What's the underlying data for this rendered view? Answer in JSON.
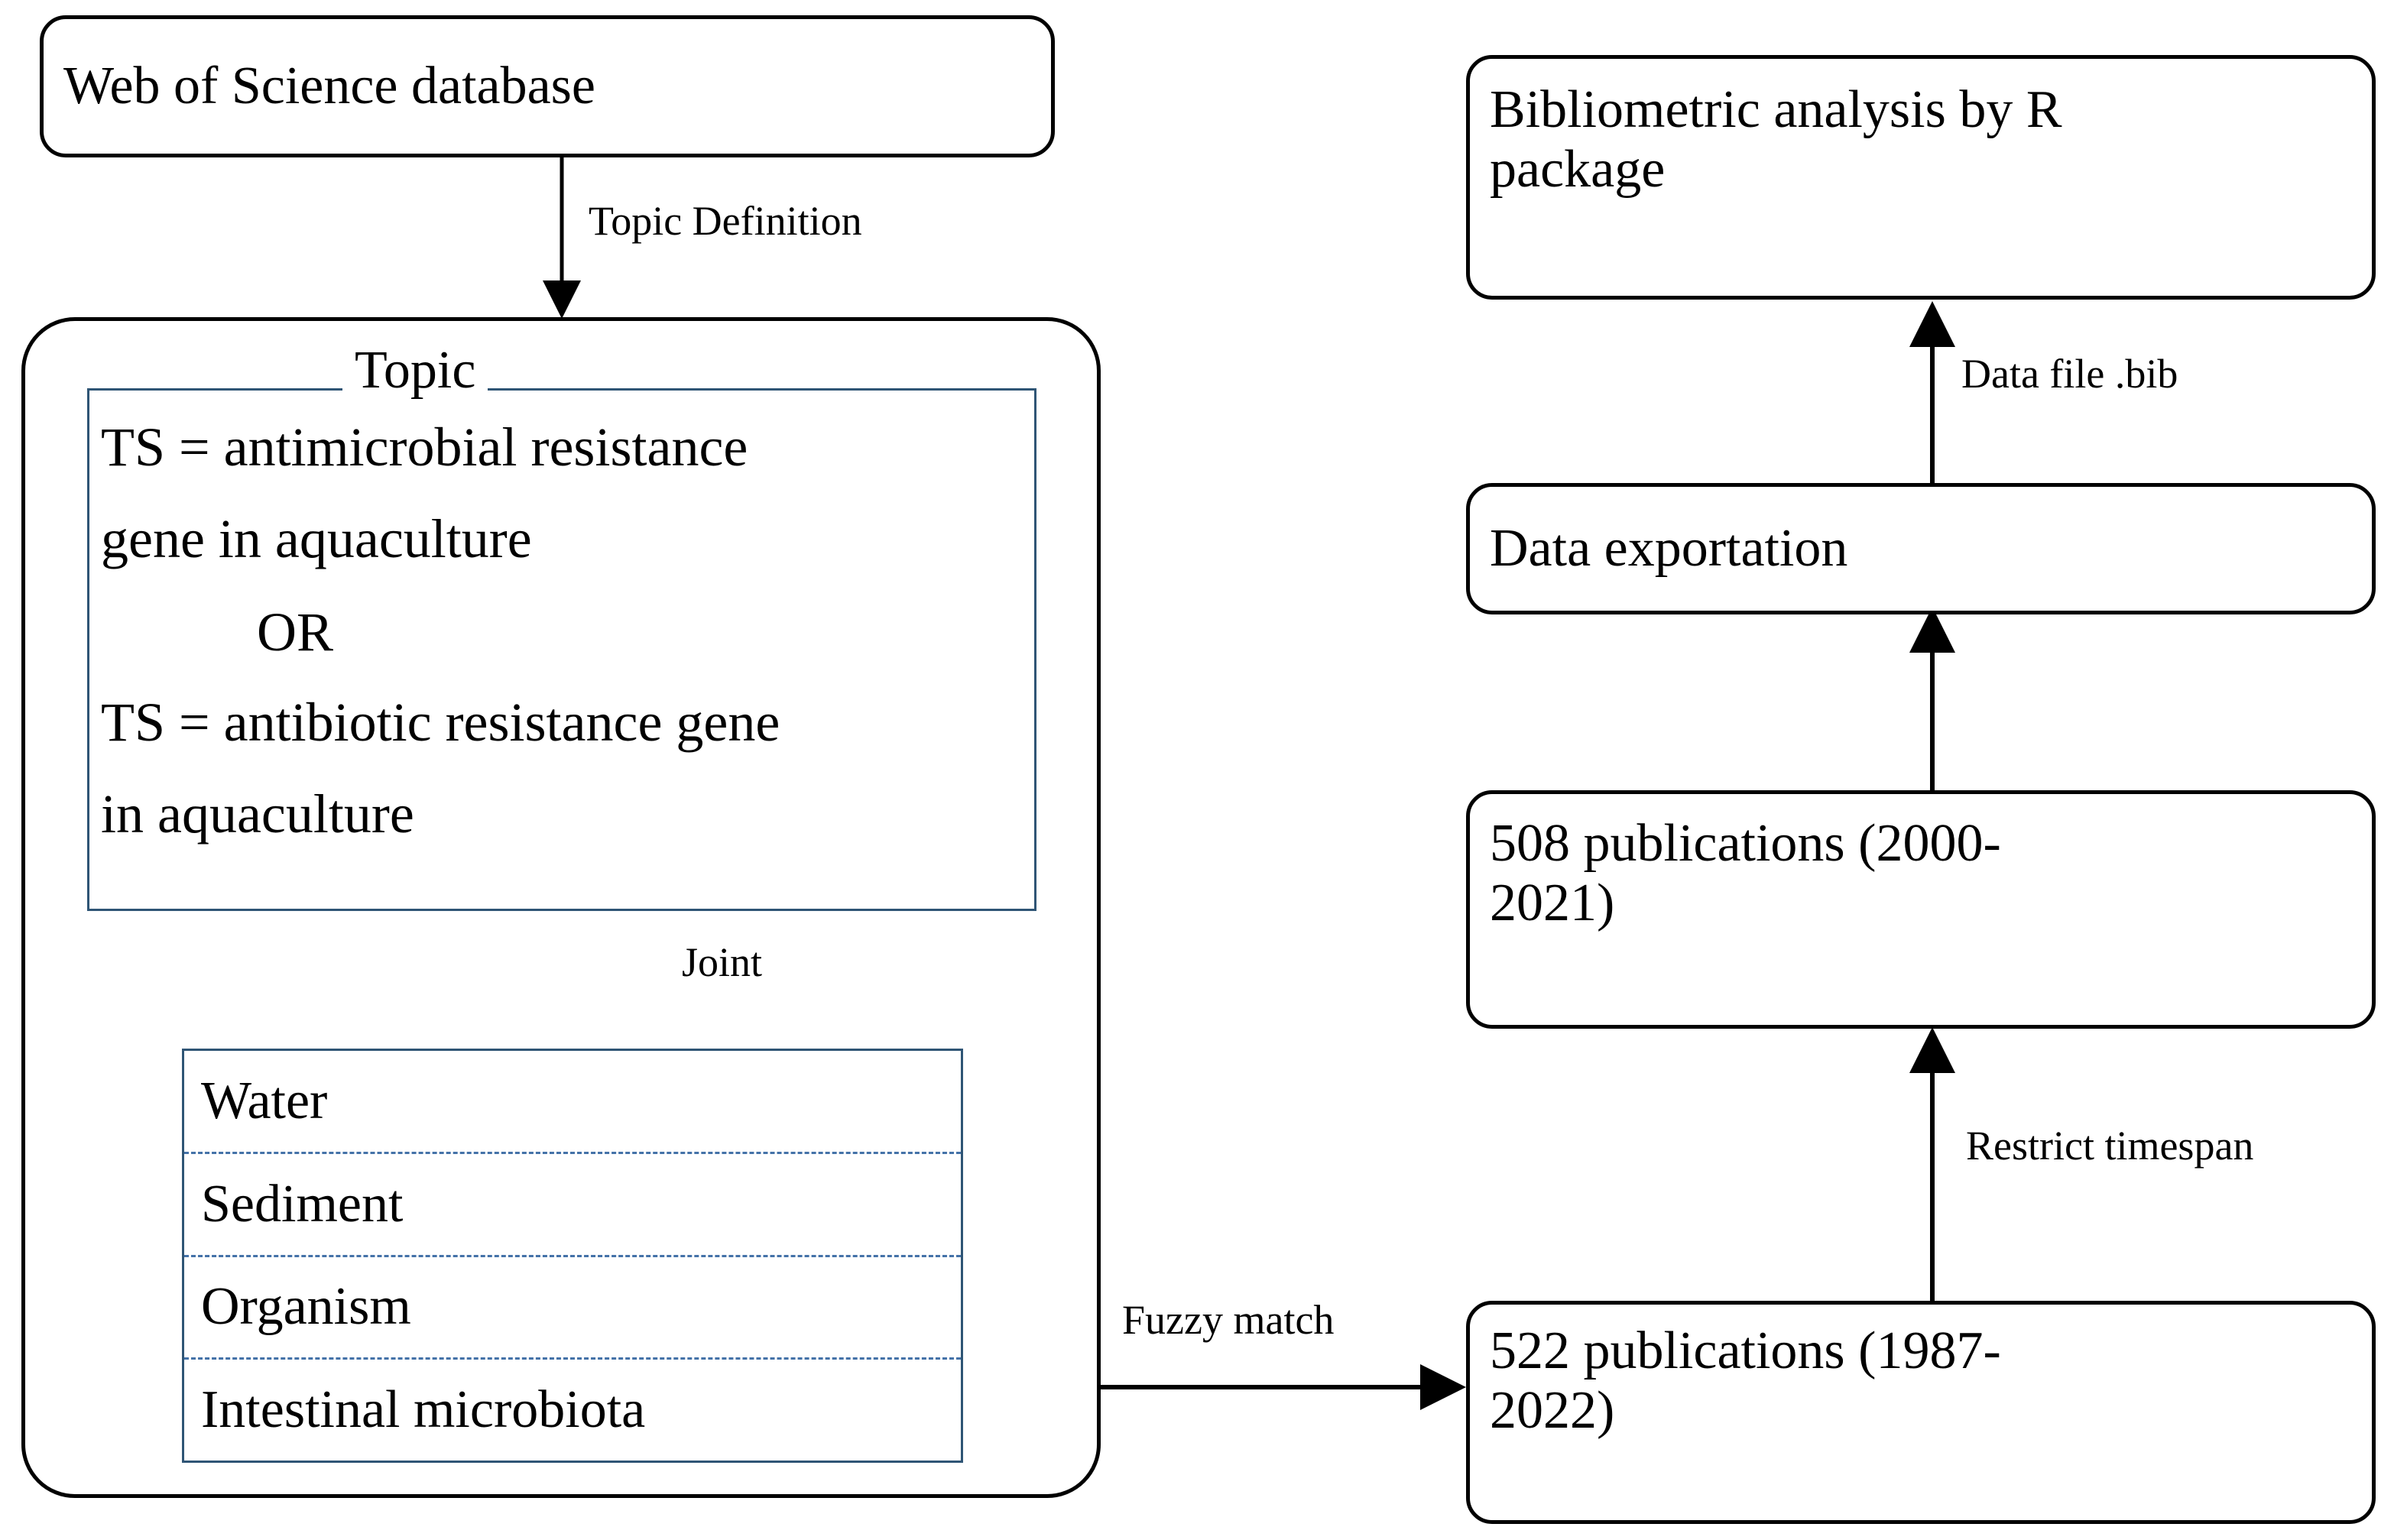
{
  "diagram": {
    "title_implicit": "Bibliometric data collection workflow",
    "nodes": {
      "wos": {
        "label": "Web of Science database"
      },
      "topic_legend": {
        "label": "Topic"
      },
      "topic_query": {
        "line1": "TS = antimicrobial resistance",
        "line2": "gene in aquaculture",
        "line3": "OR",
        "line4": "TS = antibiotic resistance gene",
        "line5": "in aquaculture"
      },
      "samples": {
        "items": [
          {
            "label": "Water"
          },
          {
            "label": "Sediment"
          },
          {
            "label": "Organism"
          },
          {
            "label": "Intestinal microbiota"
          }
        ]
      },
      "pubs_522": {
        "line1": "522 publications (1987-",
        "line2": "2022)"
      },
      "pubs_508": {
        "line1": "508 publications (2000-",
        "line2": "2021)"
      },
      "data_export": {
        "label": "Data exportation"
      },
      "bibliometric": {
        "line1": "Bibliometric analysis by R",
        "line2": "package"
      }
    },
    "edges": {
      "topic_definition": {
        "label": "Topic Definition"
      },
      "joint": {
        "label": "Joint"
      },
      "fuzzy_match": {
        "label": "Fuzzy match"
      },
      "restrict_timespan": {
        "label": "Restrict timespan"
      },
      "data_file_bib": {
        "label": "Data file .bib"
      }
    },
    "colors": {
      "stroke": "#000000",
      "fieldset_border": "#2f5575",
      "dashed_separator": "#4472a8",
      "background": "#ffffff",
      "joint_arrow": "#595959"
    }
  }
}
